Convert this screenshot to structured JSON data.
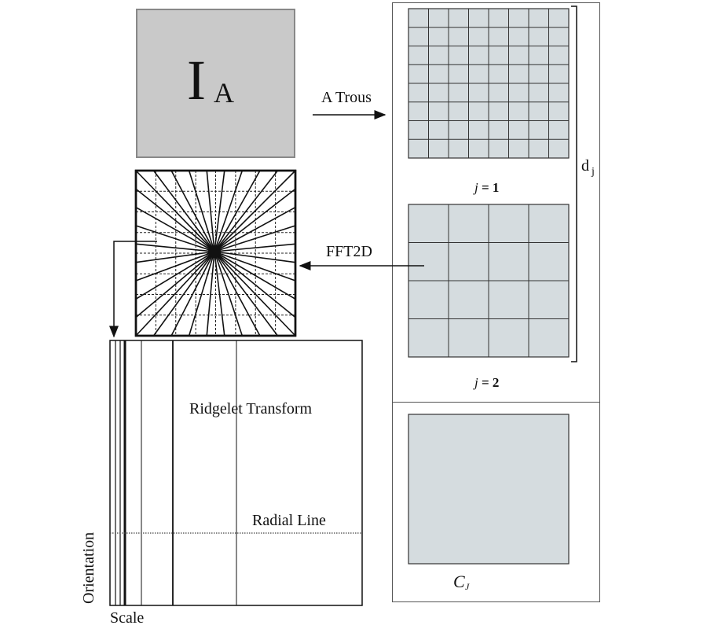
{
  "source_image": {
    "symbol": "I",
    "subscript": "A"
  },
  "arrows": {
    "a_trous_label": "A Trous",
    "fft_label": "FFT2D"
  },
  "detail_scales": {
    "bracket_symbol": "d",
    "bracket_subscript": "j",
    "levels": [
      {
        "var": "j",
        "eq": " = 1",
        "grid_cells": 8
      },
      {
        "var": "j",
        "eq": " = 2",
        "grid_cells": 4
      }
    ]
  },
  "coarse_scale": {
    "symbol": "C",
    "subscript": "J"
  },
  "ridgelet": {
    "title": "Ridgelet Transform",
    "radial_line_label": "Radial Line",
    "x_axis_label": "Scale",
    "y_axis_label": "Orientation"
  },
  "colors": {
    "panel_fill": "#d5dcdf",
    "source_fill": "#c9c9c9",
    "line": "#111111"
  }
}
